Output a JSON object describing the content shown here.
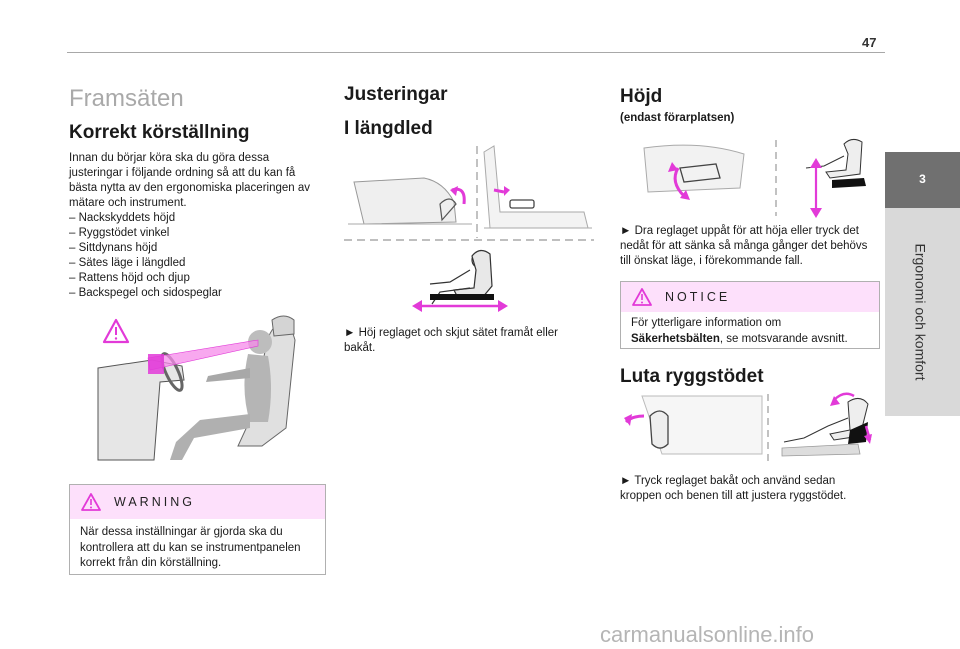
{
  "page": {
    "number": "47",
    "chapter_number": "3",
    "chapter_title": "Ergonomi och komfort",
    "watermark": "carmanualsonline.info"
  },
  "left": {
    "section_title": "Framsäten",
    "heading": "Korrekt körställning",
    "intro": [
      "Innan du börjar köra ska du göra dessa",
      "justeringar i följande ordning så att du kan få",
      "bästa nytta av den ergonomiska placeringen av",
      "mätare och instrument."
    ],
    "list": [
      "–  Nackskyddets höjd",
      "–  Ryggstödet vinkel",
      "–  Sittdynans höjd",
      "–  Sätes läge i längdled",
      "–  Rattens höjd och djup",
      "–  Backspegel och sidospeglar"
    ],
    "warning": {
      "label": "WARNING",
      "lines": [
        "När dessa inställningar är gjorda ska du",
        "kontrollera att du kan se instrumentpanelen",
        "korrekt från din körställning."
      ]
    }
  },
  "middle": {
    "heading": "Justeringar",
    "subheading": "I längdled",
    "instruction": [
      "►  Höj reglaget och skjut sätet framåt eller",
      "bakåt."
    ]
  },
  "right": {
    "heading": "Höjd",
    "note": "(endast förarplatsen)",
    "instruction": [
      "►  Dra reglaget uppåt för att höja eller tryck det",
      "nedåt för att sänka så många gånger det behövs",
      "till önskat läge, i förekommande fall."
    ],
    "notice": {
      "label": "NOTICE",
      "line1": "För ytterligare information om",
      "bold": "Säkerhetsbälten",
      "rest": ", se motsvarande avsnitt."
    },
    "heading2": "Luta ryggstödet",
    "instruction2": [
      "►  Tryck reglaget bakåt och använd sedan",
      "kroppen och benen till att justera ryggstödet."
    ]
  },
  "colors": {
    "accent": "#e23ad8",
    "highlight_bg": "#fde0fb",
    "tab_dark": "#707070",
    "tab_light": "#d9d9d9"
  }
}
